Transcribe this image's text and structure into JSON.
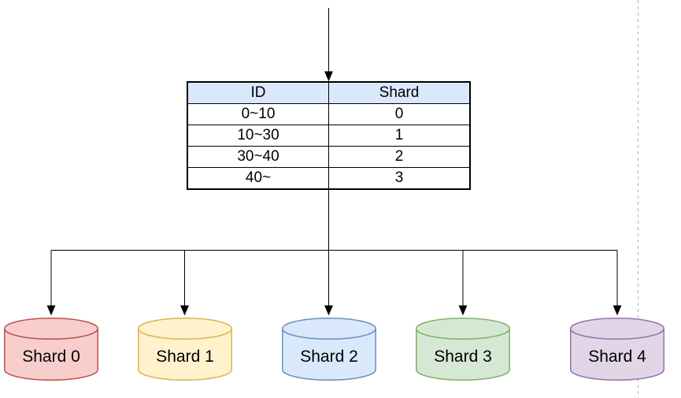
{
  "routing_table": {
    "columns": [
      "ID",
      "Shard"
    ],
    "rows": [
      [
        "0~10",
        "0"
      ],
      [
        "10~30",
        "1"
      ],
      [
        "30~40",
        "2"
      ],
      [
        "40~",
        "3"
      ]
    ],
    "header_fill": "#dae8fc"
  },
  "shards": [
    {
      "label": "Shard 0",
      "fill": "#f8cecc",
      "stroke": "#b85450"
    },
    {
      "label": "Shard 1",
      "fill": "#fff2cc",
      "stroke": "#d6b656"
    },
    {
      "label": "Shard 2",
      "fill": "#dae8fc",
      "stroke": "#6c8ebf"
    },
    {
      "label": "Shard 3",
      "fill": "#d5e8d4",
      "stroke": "#82b366"
    },
    {
      "label": "Shard 4",
      "fill": "#e1d5e7",
      "stroke": "#9673a6"
    }
  ],
  "connectors": {
    "color": "#000000"
  },
  "guide_line": {
    "color": "#b3b3b3",
    "style": "dashed"
  }
}
